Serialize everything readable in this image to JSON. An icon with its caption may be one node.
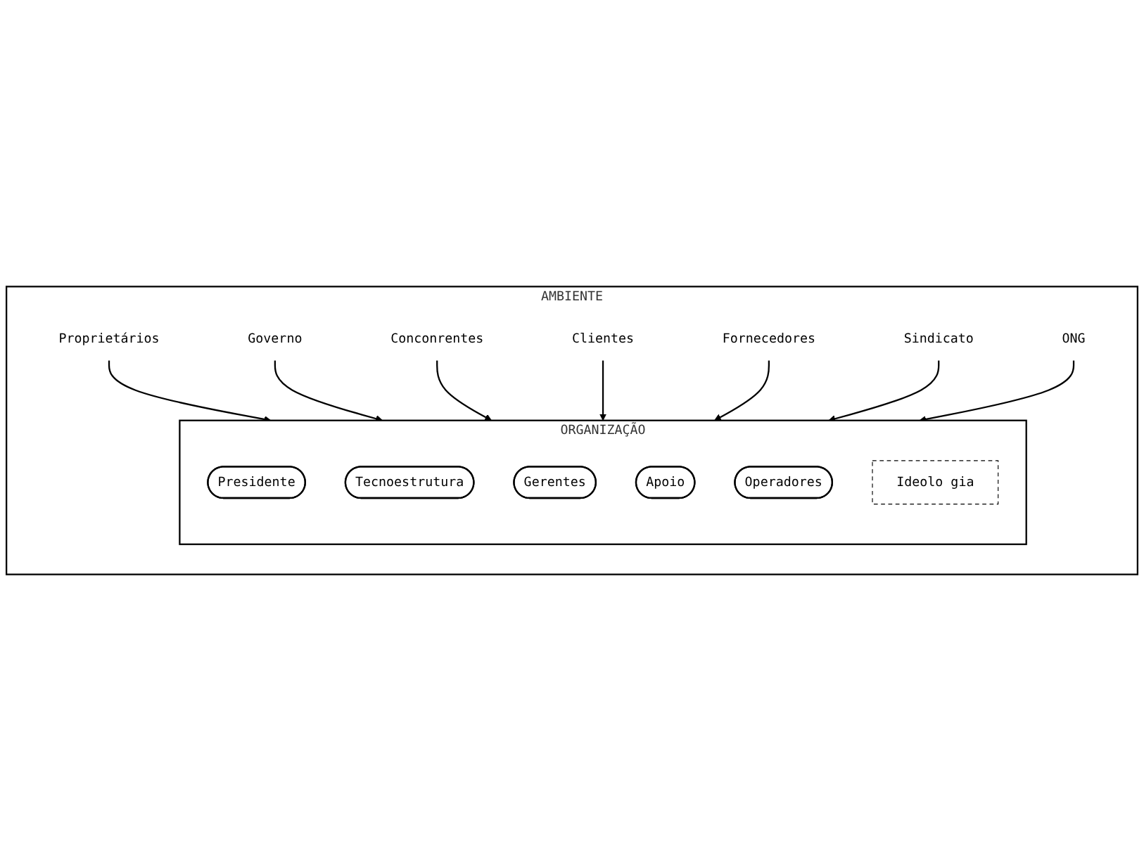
{
  "diagram": {
    "nodes": [
      {
        "text": [
          "AMBIENTE"
        ]
      },
      {
        "text": [
          "ORGANIZAÇÃO"
        ],
        "in": 0
      },
      {
        "text": [
          "Presidente"
        ],
        "in": 1
      },
      {
        "text": [
          "Tecnoestrutura"
        ],
        "in": 1
      },
      {
        "text": [
          "Gerentes"
        ],
        "in": 1
      },
      {
        "text": [
          "Apoio"
        ],
        "in": 1
      },
      {
        "text": [
          "Operadores"
        ],
        "in": 1
      },
      {
        "text": [
          "Ideolo gia"
        ],
        "in": 1
      },
      {
        "text": [
          "Proprietários"
        ],
        "in": 0
      },
      {
        "text": [
          "Governo"
        ],
        "in": 0
      },
      {
        "text": [
          "Conconrentes"
        ],
        "in": 0
      },
      {
        "text": [
          "Clientes"
        ],
        "in": 0
      },
      {
        "text": [
          "Fornecedores"
        ],
        "in": 0
      },
      {
        "text": [
          "Sindicato"
        ],
        "in": 0
      },
      {
        "text": [
          "ONG"
        ],
        "in": 0
      }
    ],
    "edges": [
      {
        "from": 8,
        "to": 1,
        "arrow": "to"
      },
      {
        "from": 9,
        "to": 1,
        "arrow": "to"
      },
      {
        "from": 10,
        "to": 1,
        "arrow": "to"
      },
      {
        "from": 11,
        "to": 1,
        "arrow": "to"
      },
      {
        "from": 12,
        "to": 1,
        "arrow": "to"
      },
      {
        "from": 13,
        "to": 1,
        "arrow": "to"
      },
      {
        "from": 14,
        "to": 1,
        "arrow": "to"
      }
    ]
  }
}
